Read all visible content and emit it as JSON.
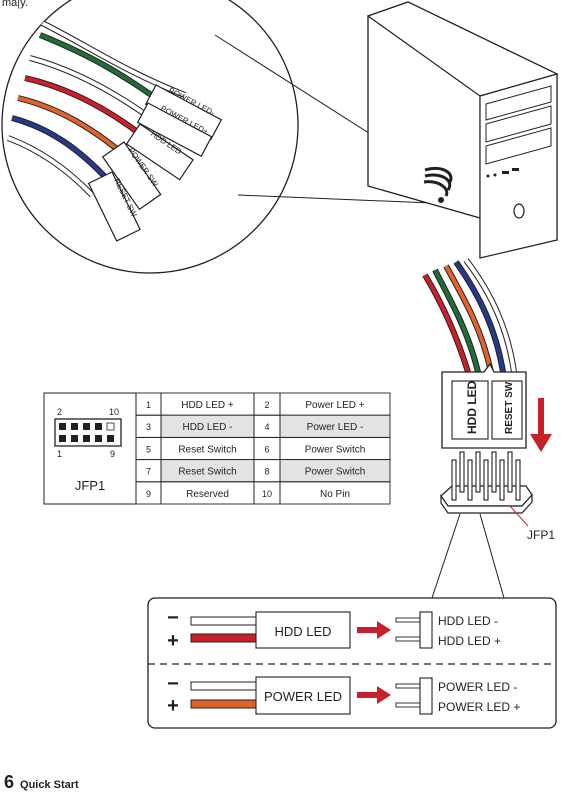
{
  "pre_text": "ma|y.",
  "callout_labels": [
    "POWER LED-",
    "POWER LED+",
    "HDD LED",
    "POWER SW",
    "RESET SW"
  ],
  "connector_labels": [
    "HDD LED",
    "RESET SW"
  ],
  "header": {
    "name": "JFP1",
    "pin_top_left": "2",
    "pin_top_right": "10",
    "pin_bottom_left": "1",
    "pin_bottom_right": "9"
  },
  "pin_table": [
    {
      "pin_a": "1",
      "label_a": "HDD LED +",
      "pin_b": "2",
      "label_b": "Power LED +",
      "shaded": false
    },
    {
      "pin_a": "3",
      "label_a": "HDD LED -",
      "pin_b": "4",
      "label_b": "Power LED -",
      "shaded": true
    },
    {
      "pin_a": "5",
      "label_a": "Reset Switch",
      "pin_b": "6",
      "label_b": "Power Switch",
      "shaded": false
    },
    {
      "pin_a": "7",
      "label_a": "Reset Switch",
      "pin_b": "8",
      "label_b": "Power Switch",
      "shaded": true
    },
    {
      "pin_a": "9",
      "label_a": "Reserved",
      "pin_b": "10",
      "label_b": "No Pin",
      "shaded": false
    }
  ],
  "jfp1_label": "JFP1",
  "wiring": [
    {
      "minus": "−",
      "plus": "+",
      "connector": "HDD LED",
      "pin_minus": "HDD LED -",
      "pin_plus": "HDD LED +",
      "wire_color": "#cc1f2b"
    },
    {
      "minus": "−",
      "plus": "+",
      "connector": "POWER LED",
      "pin_minus": "POWER LED -",
      "pin_plus": "POWER LED +",
      "wire_color": "#e2622a"
    }
  ],
  "colors": {
    "red": "#cc1f2b",
    "arrow": "#c8202a",
    "green": "#1e6e3a",
    "blue": "#263a8c",
    "orange": "#e2622a",
    "shade": "#e3e3e3"
  },
  "footer": {
    "page_number": "6",
    "section": "Quick Start"
  }
}
